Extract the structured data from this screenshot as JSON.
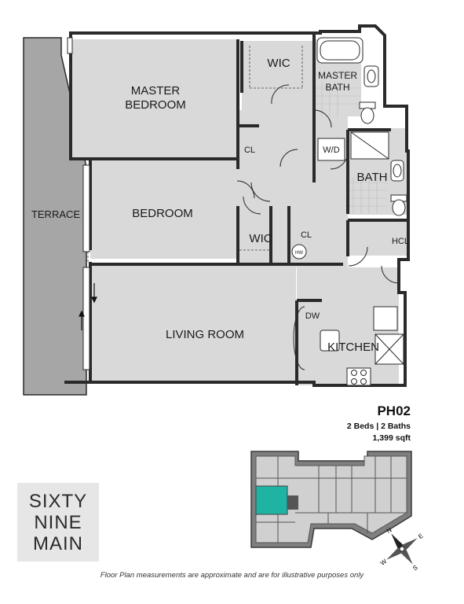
{
  "rooms": {
    "master_bedroom": [
      "MASTER",
      "BEDROOM"
    ],
    "wic_master": "WIC",
    "master_bath": [
      "MASTER",
      "BATH"
    ],
    "cl_1": "CL",
    "wd": "W/D",
    "bath": "BATH",
    "terrace": "TERRACE",
    "bedroom": "BEDROOM",
    "wic_bedroom": "WIC",
    "cl_2": "CL",
    "hw": "HW",
    "hcl": "HCL",
    "dw": "DW",
    "living_room": "LIVING ROOM",
    "kitchen": "KITCHEN"
  },
  "unit": {
    "id": "PH02",
    "beds_baths": "2 Beds | 2 Baths",
    "area": "1,399 sqft"
  },
  "logo": [
    "SIXTY",
    "NINE",
    "MAIN"
  ],
  "compass": {
    "n": "N",
    "s": "S",
    "e": "E",
    "w": "W"
  },
  "disclaimer": "Floor Plan measurements are approximate and are for illustrative purposes only",
  "colors": {
    "floor": "#d9d9d9",
    "terrace": "#a6a6a6",
    "wall": "#2a2a2a",
    "highlight": "#1fb3a4",
    "logo_bg": "#e6e6e6"
  }
}
